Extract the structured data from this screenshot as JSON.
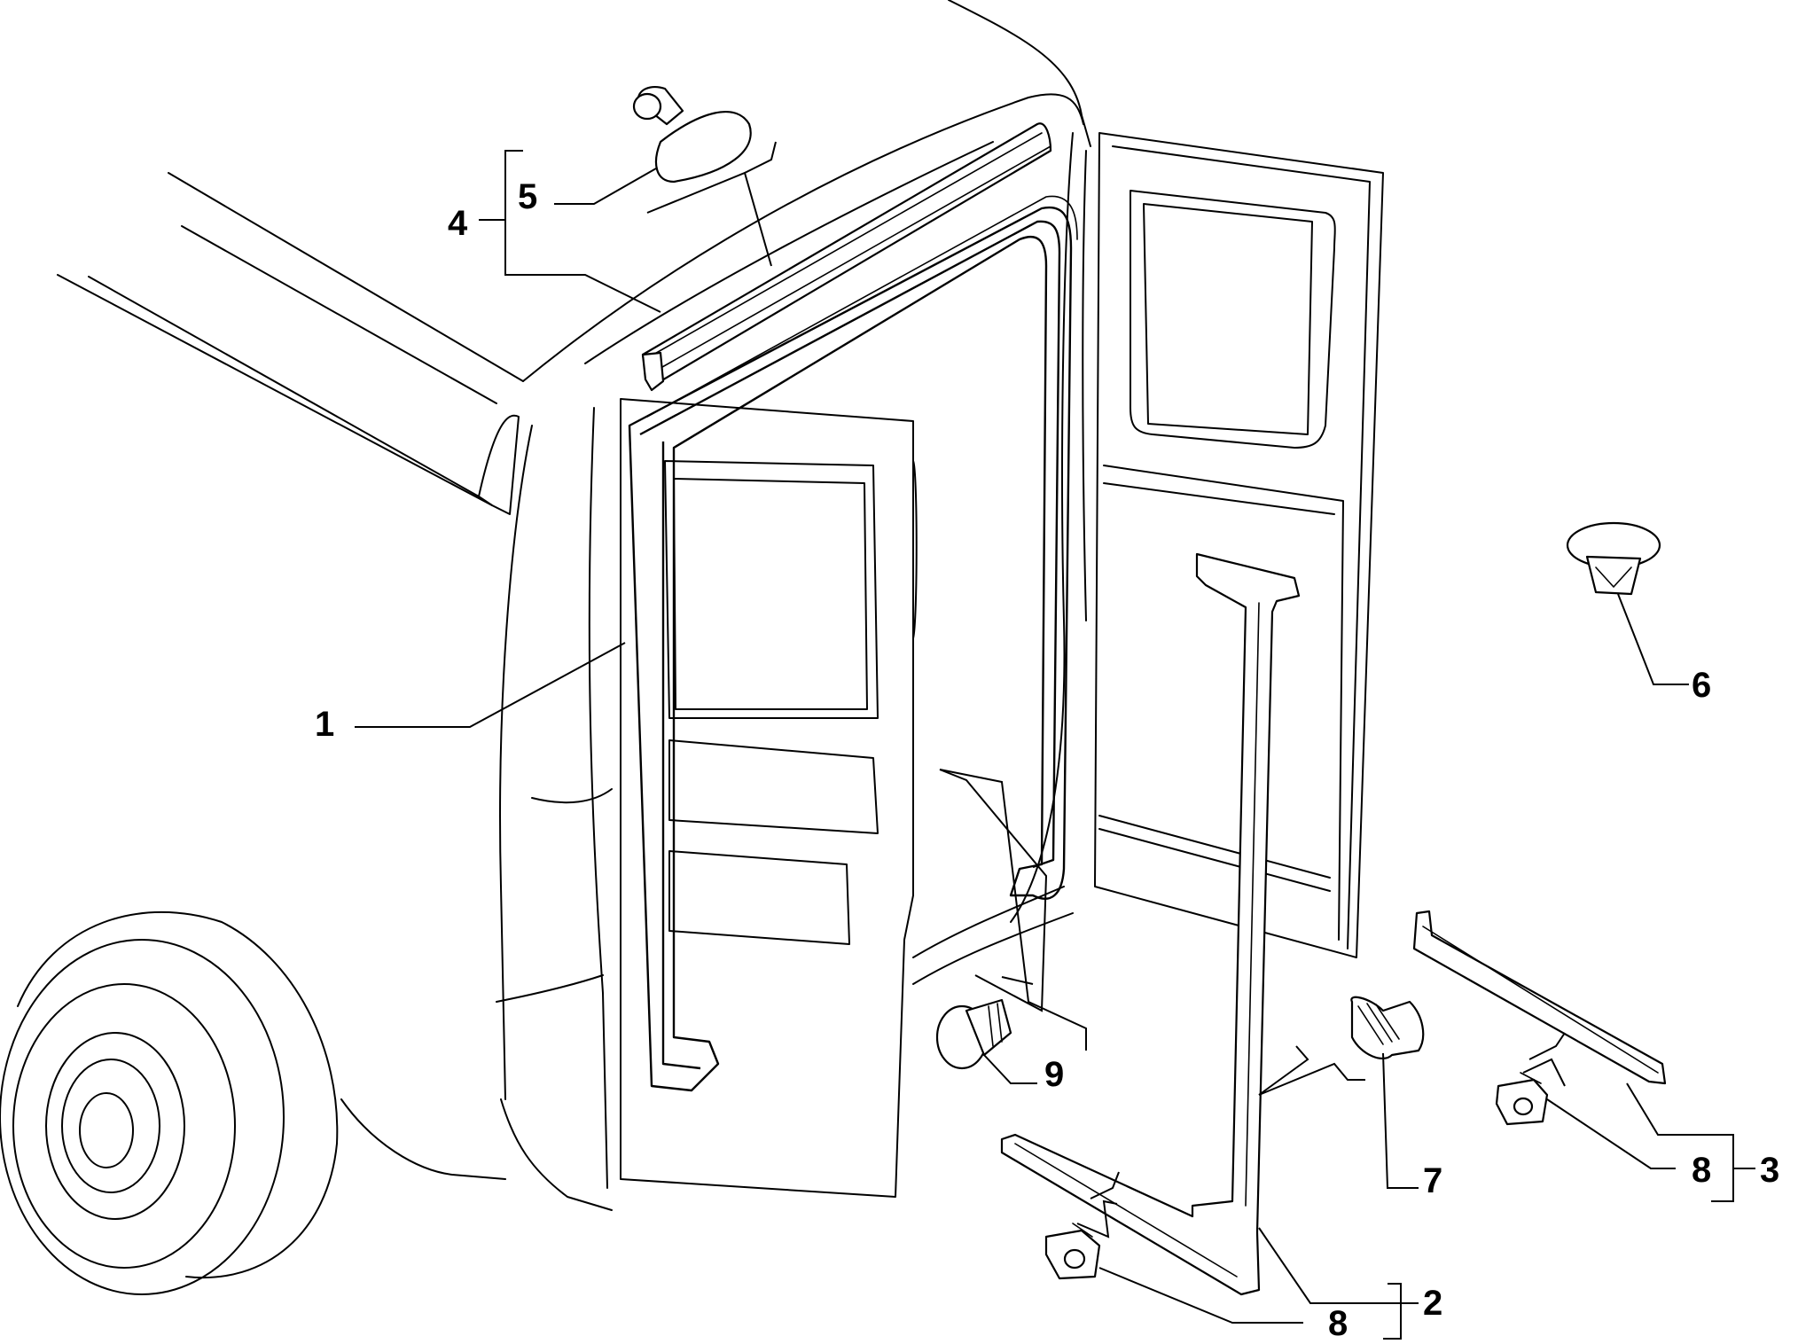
{
  "callouts": {
    "c1": "1",
    "c2": "2",
    "c3": "3",
    "c4": "4",
    "c5": "5",
    "c6": "6",
    "c7": "7",
    "c8a": "8",
    "c8b": "8",
    "c9": "9"
  }
}
